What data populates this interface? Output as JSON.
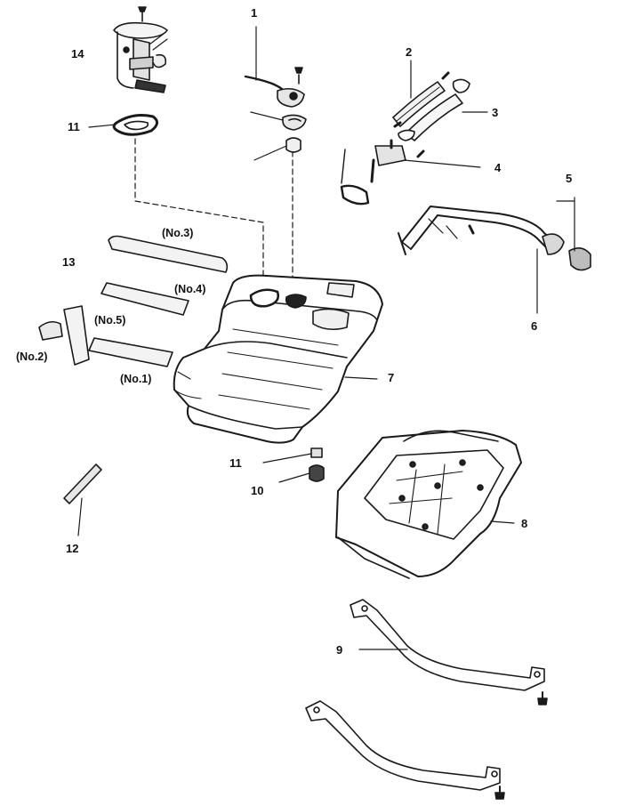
{
  "diagram": {
    "callouts": [
      {
        "id": "c1",
        "text": "1"
      },
      {
        "id": "c2",
        "text": "2"
      },
      {
        "id": "c3",
        "text": "3"
      },
      {
        "id": "c4",
        "text": "4"
      },
      {
        "id": "c5",
        "text": "5"
      },
      {
        "id": "c6",
        "text": "6"
      },
      {
        "id": "c7",
        "text": "7"
      },
      {
        "id": "c8",
        "text": "8"
      },
      {
        "id": "c9",
        "text": "9"
      },
      {
        "id": "c10",
        "text": "10"
      },
      {
        "id": "c11a",
        "text": "11"
      },
      {
        "id": "c11b",
        "text": "11"
      },
      {
        "id": "c12",
        "text": "12"
      },
      {
        "id": "c13",
        "text": "13"
      },
      {
        "id": "c14",
        "text": "14"
      }
    ],
    "pad_labels": [
      {
        "id": "p3",
        "text": "(No.3)"
      },
      {
        "id": "p4",
        "text": "(No.4)"
      },
      {
        "id": "p5",
        "text": "(No.5)"
      },
      {
        "id": "p2",
        "text": "(No.2)"
      },
      {
        "id": "p1",
        "text": "(No.1)"
      }
    ]
  }
}
